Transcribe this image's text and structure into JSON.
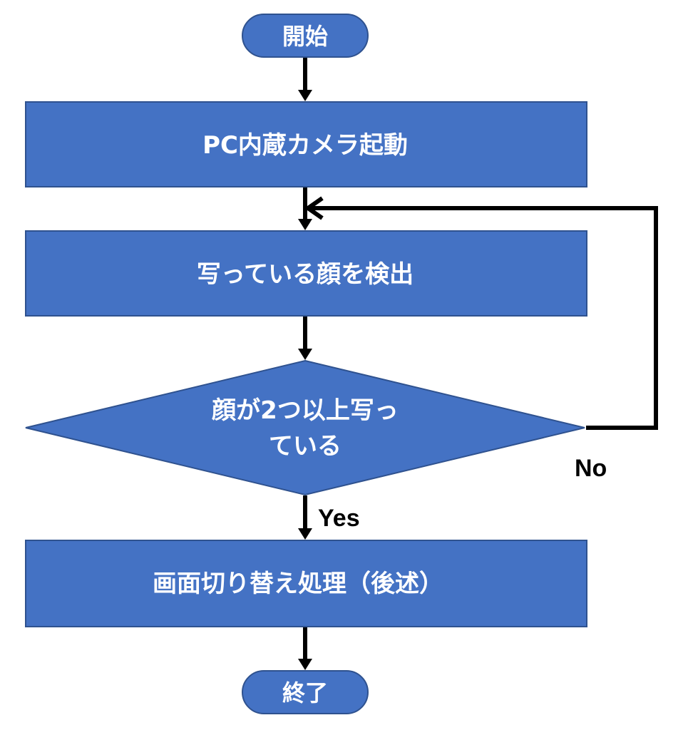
{
  "colors": {
    "node_fill": "#4472c4",
    "node_stroke": "#2f528f",
    "text": "#ffffff",
    "line": "#000000"
  },
  "nodes": {
    "start": "開始",
    "camera": "PC内蔵カメラ起動",
    "detect": "写っている顔を検出",
    "decision_line1": "顔が2つ以上写っ",
    "decision_line2": "ている",
    "switch": "画面切り替え処理（後述）",
    "end": "終了"
  },
  "labels": {
    "yes": "Yes",
    "no": "No"
  }
}
